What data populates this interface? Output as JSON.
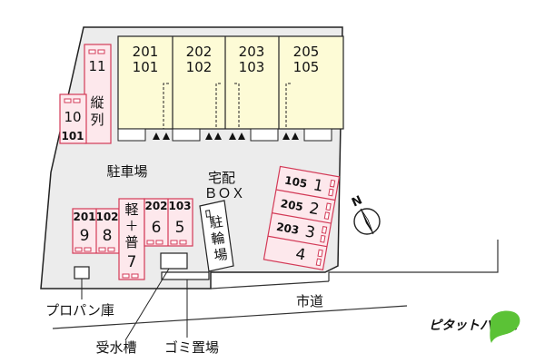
{
  "colors": {
    "lot_fill": "#ececec",
    "lot_stroke": "#222222",
    "building_fill": "#fdfbd6",
    "parking_stroke": "#d33a57",
    "parking_fill": "#fde8ec",
    "brand_green": "#5bc236",
    "road_stroke": "#333333"
  },
  "building": {
    "units": [
      {
        "upper": "201",
        "lower": "101"
      },
      {
        "upper": "202",
        "lower": "102"
      },
      {
        "upper": "203",
        "lower": "103"
      },
      {
        "upper": "205",
        "lower": "105"
      }
    ]
  },
  "parking_tandem": {
    "label_line1": "縦",
    "label_line2": "列",
    "space_top": "11",
    "space_bottom": "10",
    "space_bottom_unit": "101"
  },
  "parking_south": [
    {
      "unit": "201",
      "number": "9"
    },
    {
      "unit": "102",
      "number": "8"
    },
    {
      "unit": "202",
      "number": "6"
    },
    {
      "unit": "103",
      "number": "5"
    }
  ],
  "kei_space": {
    "line1": "軽",
    "line2": "＋",
    "line3": "普",
    "number": "7"
  },
  "parking_east": [
    {
      "unit": "105",
      "number": "1"
    },
    {
      "unit": "205",
      "number": "2"
    },
    {
      "unit": "203",
      "number": "3"
    },
    {
      "unit": "",
      "number": "4"
    }
  ],
  "labels": {
    "parking_lot": "駐車場",
    "delivery_line1": "宅配",
    "delivery_line2": "ＢＯＸ",
    "bicycle_1": "駐",
    "bicycle_2": "輪",
    "bicycle_3": "場",
    "propane": "プロパン庫",
    "city_road": "市道",
    "water_tank": "受水槽",
    "garbage": "ゴミ置場",
    "north": "N"
  },
  "brand": {
    "name": "ピタットハウス"
  }
}
